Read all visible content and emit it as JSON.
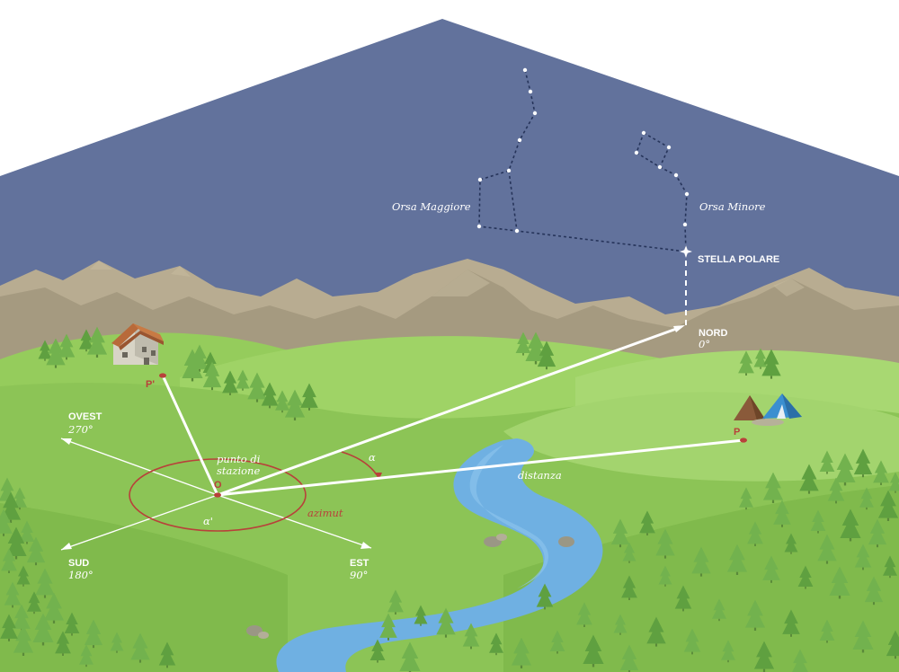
{
  "constellations": {
    "big_dipper": "Orsa Maggiore",
    "little_dipper": "Orsa Minore",
    "polaris": "STELLA POLARE"
  },
  "directions": {
    "north": {
      "name": "NORD",
      "degrees": "0°"
    },
    "east": {
      "name": "EST",
      "degrees": "90°"
    },
    "south": {
      "name": "SUD",
      "degrees": "180°"
    },
    "west": {
      "name": "OVEST",
      "degrees": "270°"
    }
  },
  "labels": {
    "station_line1": "punto di",
    "station_line2": "stazione",
    "origin": "O",
    "point_p": "P",
    "point_p_prime": "P'",
    "alpha": "α",
    "alpha_prime": "α'",
    "azimuth": "azimut",
    "distance": "distanza"
  },
  "colors": {
    "sky": "#62729c",
    "grass_light": "#9ed164",
    "grass": "#8cc456",
    "river": "#6fb0e2",
    "accent_red": "#b8413a",
    "trees": "#6fae4a"
  }
}
